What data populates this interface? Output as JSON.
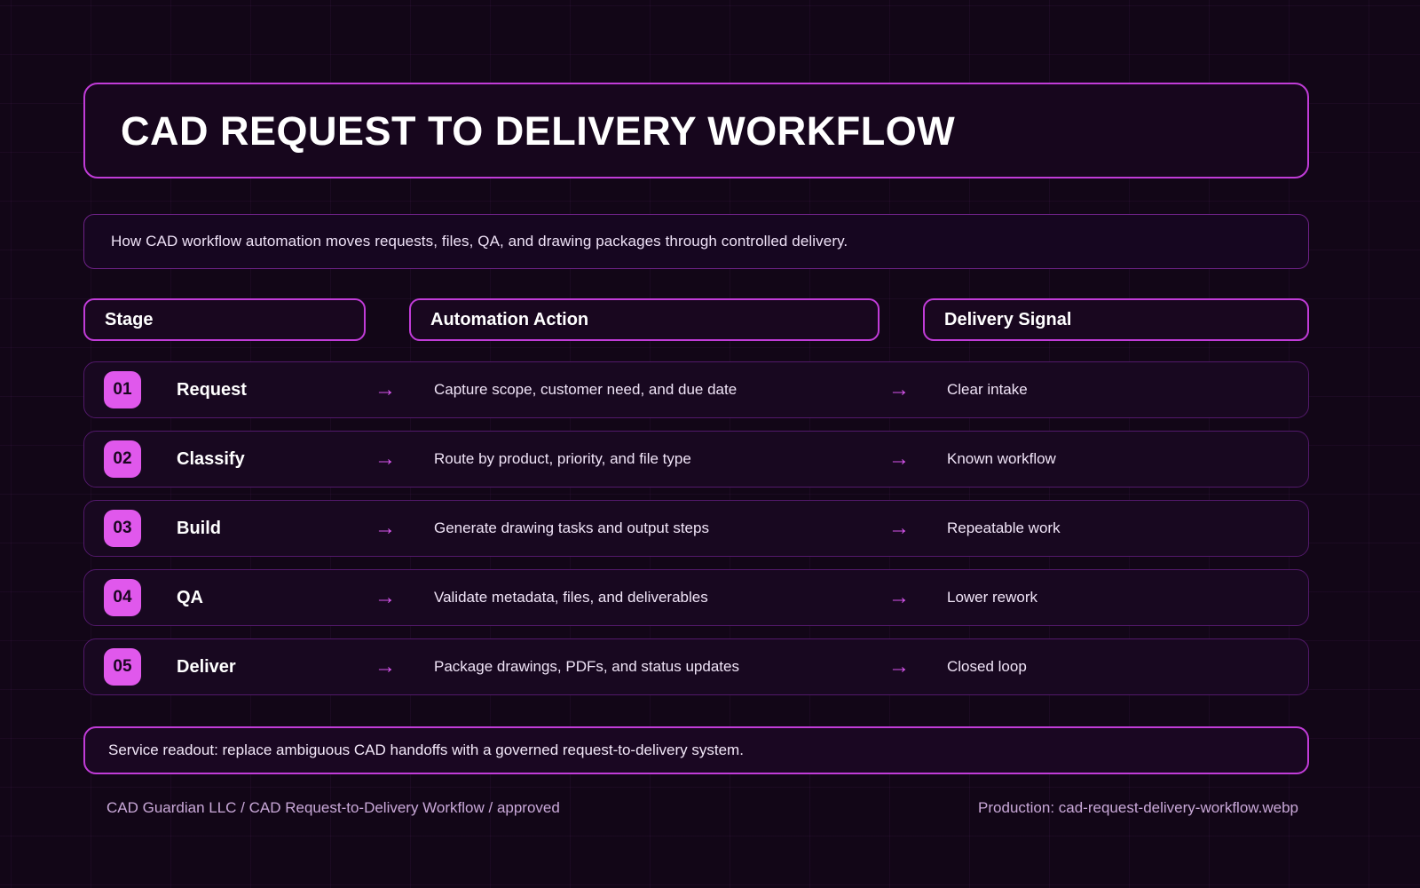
{
  "title": "CAD REQUEST TO DELIVERY WORKFLOW",
  "subtitle": "How CAD workflow automation moves requests, files, QA, and drawing packages through controlled delivery.",
  "columns": {
    "stage": "Stage",
    "action": "Automation Action",
    "signal": "Delivery Signal"
  },
  "arrow_glyph": "→",
  "rows": [
    {
      "number": "01",
      "stage": "Request",
      "action": "Capture scope, customer need, and due date",
      "signal": "Clear intake"
    },
    {
      "number": "02",
      "stage": "Classify",
      "action": "Route by product, priority, and file type",
      "signal": "Known workflow"
    },
    {
      "number": "03",
      "stage": "Build",
      "action": "Generate drawing tasks and output steps",
      "signal": "Repeatable work"
    },
    {
      "number": "04",
      "stage": "QA",
      "action": "Validate metadata, files, and deliverables",
      "signal": "Lower rework"
    },
    {
      "number": "05",
      "stage": "Deliver",
      "action": "Package drawings, PDFs, and status updates",
      "signal": "Closed loop"
    }
  ],
  "callout": "Service readout: replace ambiguous CAD handoffs with a governed request-to-delivery system.",
  "footer": {
    "left": "CAD Guardian LLC / CAD Request-to-Delivery Workflow / approved",
    "right": "Production: cad-request-delivery-workflow.webp"
  },
  "colors": {
    "background": "#120617",
    "accent": "#c13cd8",
    "badge": "#e058ec",
    "arrow": "#d655ec",
    "row_border": "#52196a",
    "text_primary": "#ffffff",
    "text_body": "#f0e4f7",
    "text_muted": "#c9a8d8"
  }
}
